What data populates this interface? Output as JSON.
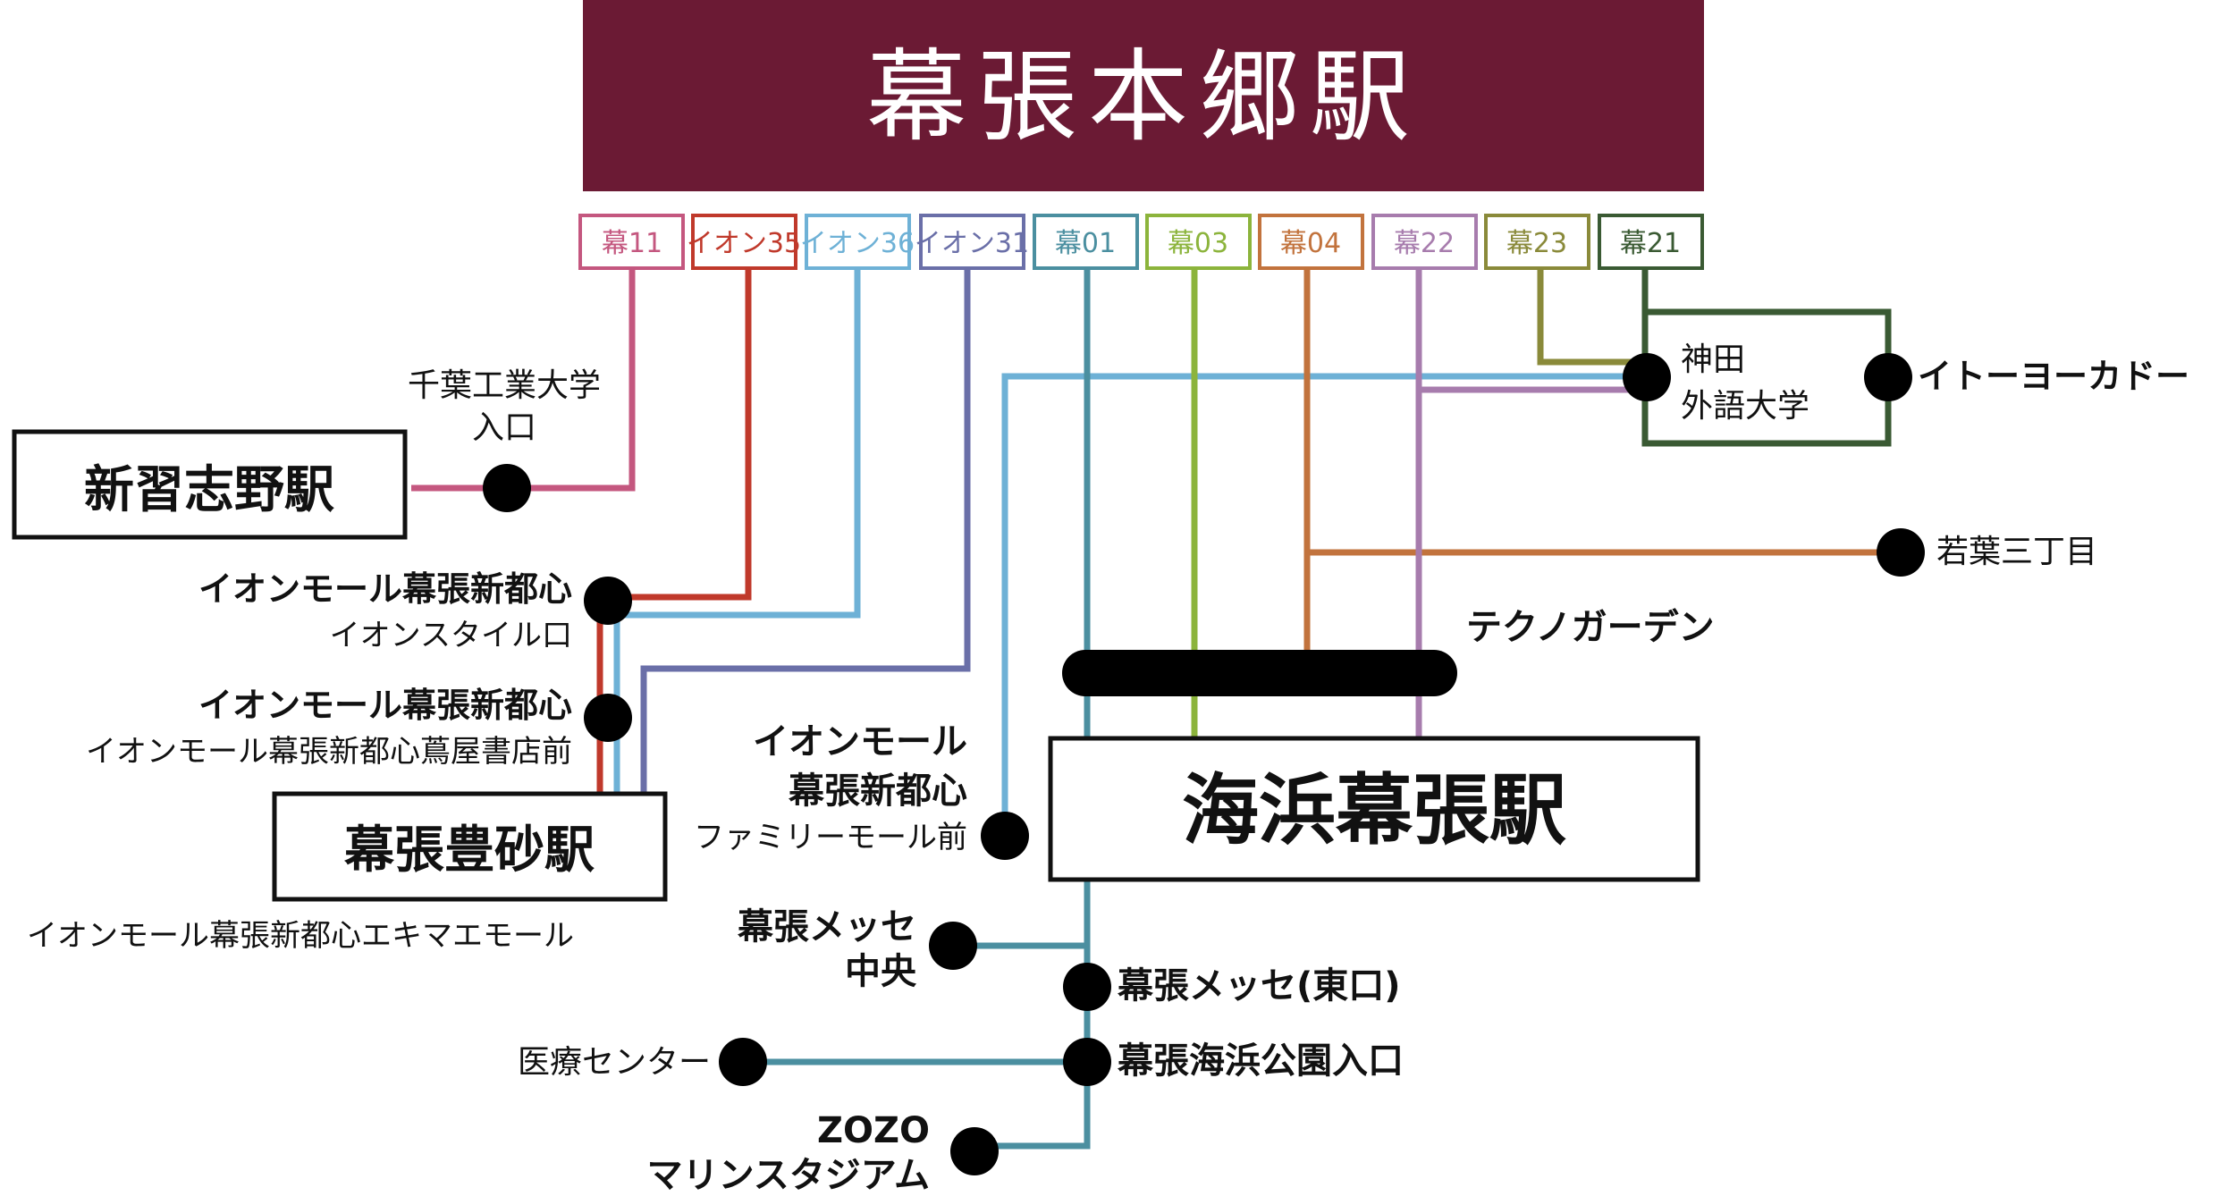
{
  "header": {
    "title": "幕張本郷駅",
    "bg_color": "#6b1a34"
  },
  "routes": [
    {
      "id": "r1",
      "label": "幕11",
      "color": "#c4577f"
    },
    {
      "id": "r2",
      "label": "イオン35",
      "color": "#c0392b"
    },
    {
      "id": "r3",
      "label": "イオン36",
      "color": "#6eb1d6"
    },
    {
      "id": "r4",
      "label": "イオン31",
      "color": "#6a6fa8"
    },
    {
      "id": "r5",
      "label": "幕01",
      "color": "#4b8fa0"
    },
    {
      "id": "r6",
      "label": "幕03",
      "color": "#8cb43c"
    },
    {
      "id": "r7",
      "label": "幕04",
      "color": "#c2733d"
    },
    {
      "id": "r8",
      "label": "幕22",
      "color": "#a77cad"
    },
    {
      "id": "r9",
      "label": "幕23",
      "color": "#8a8a3a"
    },
    {
      "id": "r10",
      "label": "幕21",
      "color": "#3a5a33"
    }
  ],
  "stations": {
    "shin_narashino": "新習志野駅",
    "makuhari_toyosuna": "幕張豊砂駅",
    "kaihin_makuhari": "海浜幕張駅"
  },
  "stops": {
    "chiba_kodai_1": "千葉工業大学",
    "chiba_kodai_2": "入口",
    "aeon_style_1": "イオンモール幕張新都心",
    "aeon_style_2": "イオンスタイル口",
    "aeon_tsutaya_1": "イオンモール幕張新都心",
    "aeon_tsutaya_2": "イオンモール幕張新都心蔦屋書店前",
    "ekimae_mall": "イオンモール幕張新都心エキマエモール",
    "family_1": "イオンモール",
    "family_2": "幕張新都心",
    "family_3": "ファミリーモール前",
    "kanda_1": "神田",
    "kanda_2": "外語大学",
    "ito_yokado": "イトーヨーカドー",
    "wakaba": "若葉三丁目",
    "techno": "テクノガーデン",
    "messe_chuo_1": "幕張メッセ",
    "messe_chuo_2": "中央",
    "messe_east": "幕張メッセ(東口)",
    "iryo": "医療センター",
    "kaihin_koen": "幕張海浜公園入口",
    "zozo_1": "ZOZO",
    "zozo_2": "マリンスタジアム"
  }
}
